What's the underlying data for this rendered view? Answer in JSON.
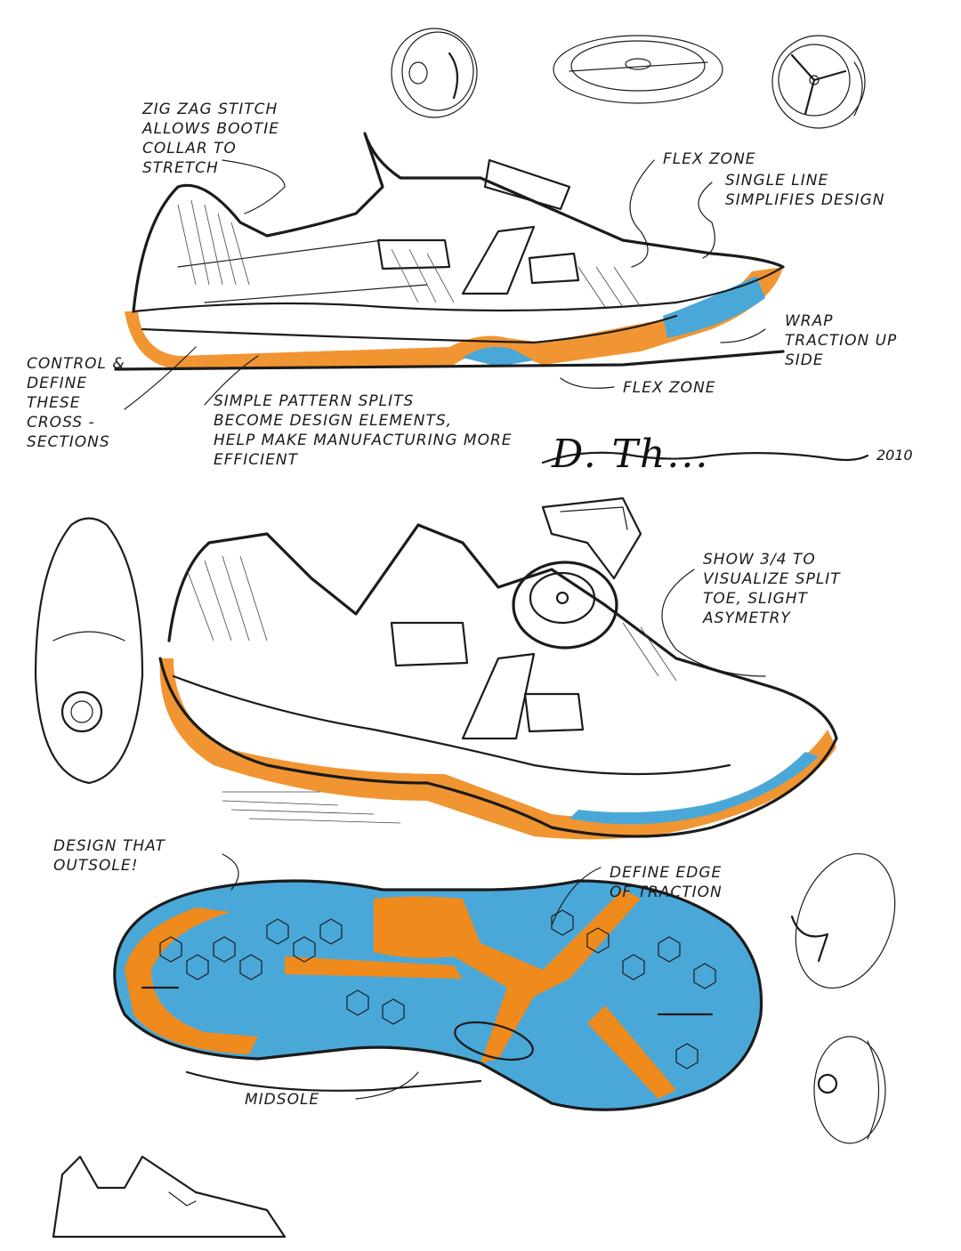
{
  "colors": {
    "ink": "#1b1b1b",
    "orange": "#ef8a1c",
    "blue": "#4aa8d8",
    "paper": "#ffffff"
  },
  "annotations": {
    "zigzag": "ZIG ZAG STITCH\nALLOWS BOOTIE\nCOLLAR TO\nSTRETCH",
    "flex_zone_top": "FLEX ZONE",
    "single_line": "SINGLE LINE\nSIMPLIFIES DESIGN",
    "wrap_traction": "WRAP\nTRACTION UP\nSIDE",
    "flex_zone_bottom": "FLEX ZONE",
    "control_define": "CONTROL &\nDEFINE\nTHESE\nCROSS -\nSECTIONS",
    "simple_pattern": "SIMPLE PATTERN SPLITS\nBECOME DESIGN ELEMENTS,\nHELP MAKE MANUFACTURING MORE\nEFFICIENT",
    "show_3_4": "SHOW 3/4 TO\nVISUALIZE SPLIT\nTOE, SLIGHT\nASYMETRY",
    "design_outsole": "DESIGN THAT\nOUTSOLE!",
    "define_edge": "DEFINE EDGE\nOF TRACTION",
    "midsole": "MIDSOLE"
  },
  "signature": {
    "name": "D. Th...",
    "year": "2010"
  }
}
